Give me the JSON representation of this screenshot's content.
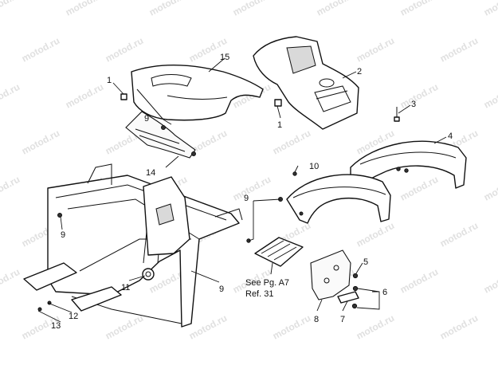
{
  "watermark": "motod.ru",
  "callouts": {
    "c1a": "1",
    "c1b": "1",
    "c2": "2",
    "c3": "3",
    "c4": "4",
    "c5": "5",
    "c6": "6",
    "c7": "7",
    "c8": "8",
    "c9a": "9",
    "c9b": "9",
    "c9c": "9",
    "c9d": "9",
    "c10": "10",
    "c11": "11",
    "c12": "12",
    "c13": "13",
    "c14": "14",
    "c15": "15"
  },
  "note": {
    "line1": "See Pg. A7",
    "line2": "Ref. 31"
  }
}
